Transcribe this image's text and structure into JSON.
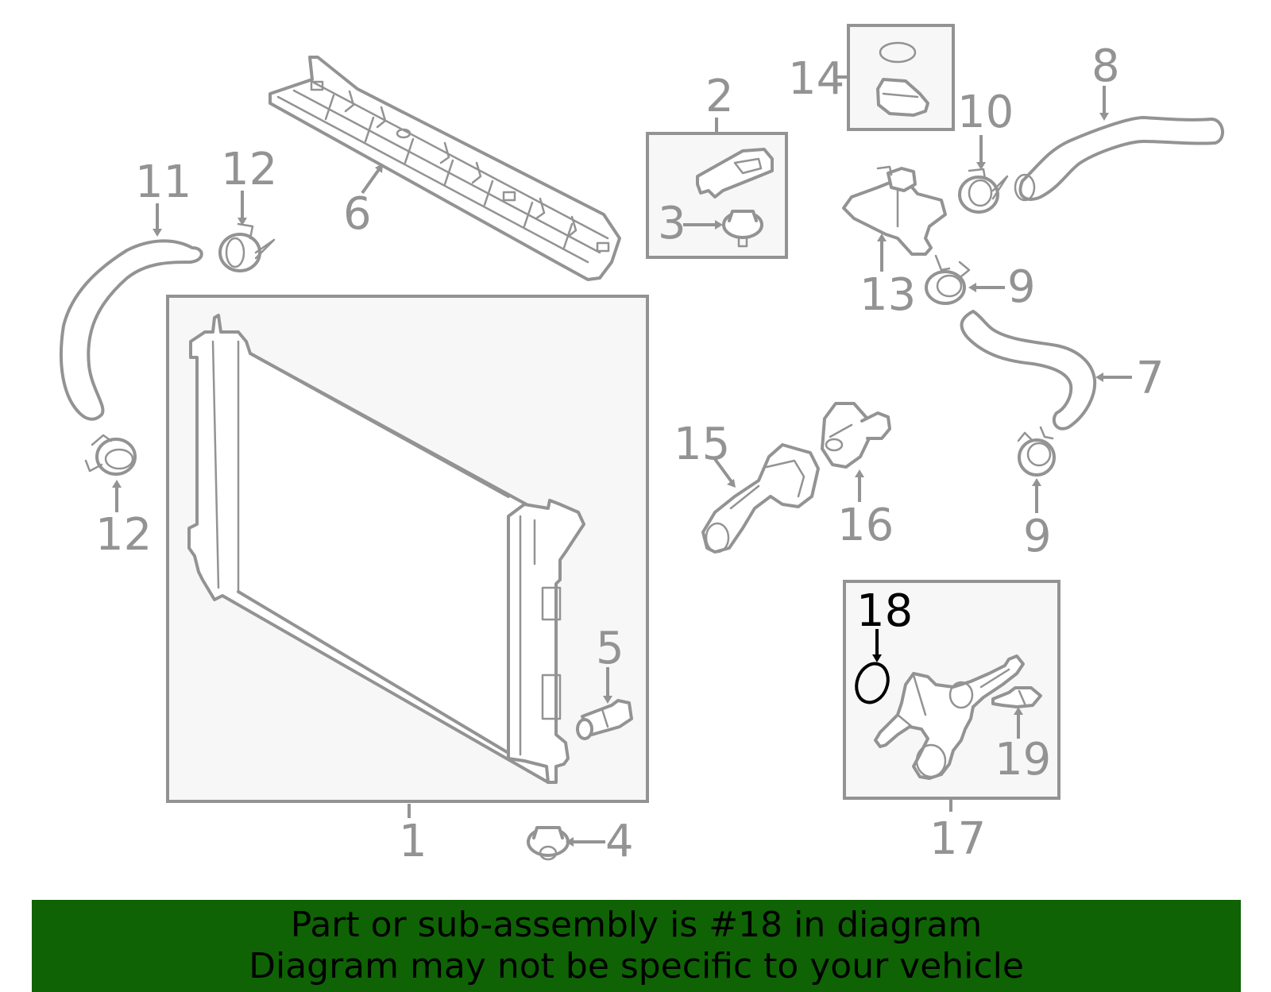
{
  "banner": {
    "line1": "Part or sub-assembly is #18 in diagram",
    "line2": "Diagram may not be specific to your vehicle",
    "color": "#0f6305"
  },
  "highlight": {
    "part_number": "18",
    "color": "#000000"
  },
  "part_color": "#939393",
  "callouts": [
    "1",
    "2",
    "3",
    "4",
    "5",
    "6",
    "7",
    "8",
    "9",
    "9",
    "10",
    "11",
    "12",
    "12",
    "13",
    "14",
    "15",
    "16",
    "17",
    "18",
    "19"
  ]
}
